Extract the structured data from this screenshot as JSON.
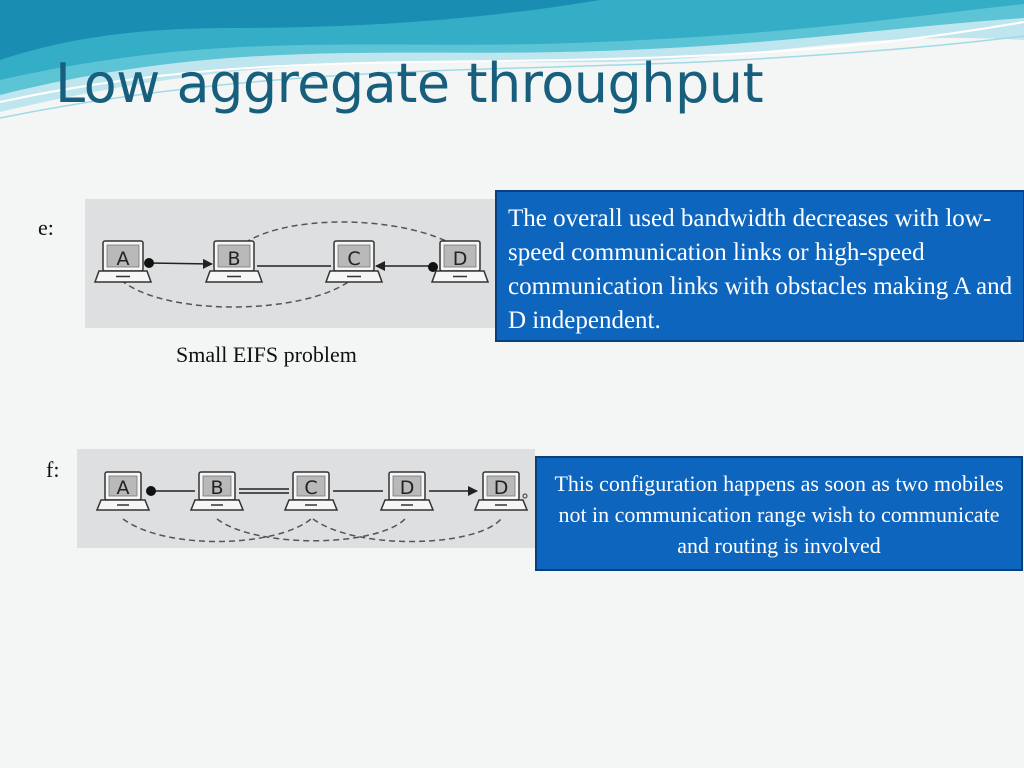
{
  "slide": {
    "title": "Low aggregate throughput",
    "theme_colors": {
      "title": "#175f7d",
      "box_fill": "#0e65bd",
      "box_border": "#0a3f7e",
      "wave_teal": "#35b7cc"
    }
  },
  "diagram_e": {
    "label": "e:",
    "caption": "Small EIFS problem",
    "nodes": [
      "A",
      "B",
      "C",
      "D"
    ],
    "note": "The overall used bandwidth decreases with low-speed communication links or high-speed communication links with obstacles making A and D independent."
  },
  "diagram_f": {
    "label": "f:",
    "nodes": [
      "A",
      "B",
      "C",
      "D",
      "D"
    ],
    "note": "This configuration happens as soon as two mobiles not in communication range wish to communicate and routing is involved"
  }
}
